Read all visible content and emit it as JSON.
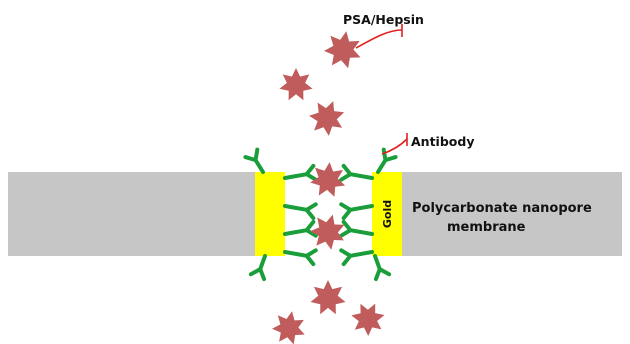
{
  "labels": {
    "analyte": "PSA/Hepsin",
    "antibody": "Antibody",
    "membrane_line1": "Polycarbonate nanopore",
    "membrane_line2": "membrane",
    "electrode": "Gold"
  },
  "colors": {
    "membrane": "#c6c6c6",
    "gold": "#ffff00",
    "antibody": "#1a9e3a",
    "analyte": "#c05c5c",
    "leader": "#e0201e",
    "text": "#111111"
  }
}
